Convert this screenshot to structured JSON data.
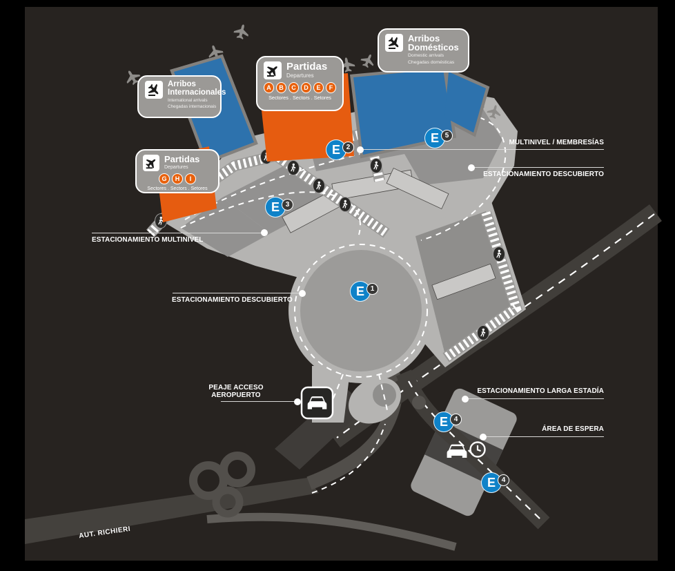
{
  "page": {
    "background": "#000000",
    "canvas_color": "#272320"
  },
  "colors": {
    "terminal_blue": "#2d72ad",
    "terminal_orange": "#e65c10",
    "marker_blue": "#0f82c8",
    "road_light": "#b5b4b2",
    "road_dark": "#413e3a",
    "parking_gray": "#929190",
    "label_box_gray": "#9b9996"
  },
  "signs": {
    "arribos_domesticos": {
      "icon": "plane-arrival-icon",
      "title": "Arribos Domésticos",
      "sub1": "Domestic arrivals",
      "sub2": "Chegadas domésticas"
    },
    "partidas_main": {
      "icon": "plane-departure-icon",
      "title": "Partidas",
      "sub": "Departures",
      "sectors": [
        "A",
        "B",
        "C",
        "D",
        "E",
        "F"
      ],
      "caption": "Sectores . Sectors . Setores"
    },
    "arribos_internacionales": {
      "icon": "plane-arrival-icon",
      "title": "Arribos Internacionales",
      "sub1": "International arrivals",
      "sub2": "Chegadas internacionais"
    },
    "partidas_ghi": {
      "icon": "plane-departure-icon",
      "title": "Partidas",
      "sub": "Departures",
      "sectors": [
        "G",
        "H",
        "I"
      ],
      "caption": "Sectores . Sectors . Setores"
    }
  },
  "callouts": {
    "multinivel_membresias": "MULTINIVEL / MEMBRESÍAS",
    "estacionamiento_descubierto_right": "ESTACIONAMIENTO DESCUBIERTO",
    "estacionamiento_multinivel": "ESTACIONAMIENTO MULTINIVEL",
    "estacionamiento_descubierto_left": "ESTACIONAMIENTO DESCUBIERTO",
    "peaje_line1": "PEAJE ACCESO",
    "peaje_line2": "AEROPUERTO",
    "larga_estadia": "ESTACIONAMIENTO LARGA ESTADÍA",
    "area_espera": "ÁREA DE ESPERA",
    "highway": "AUT. RICHIERI"
  },
  "markers": {
    "e1": {
      "letter": "E",
      "number": "1"
    },
    "e2": {
      "letter": "E",
      "number": "2"
    },
    "e3": {
      "letter": "E",
      "number": "3"
    },
    "e5": {
      "letter": "E",
      "number": "5"
    },
    "e4a": {
      "letter": "E",
      "number": "4"
    },
    "e4b": {
      "letter": "E",
      "number": "4"
    }
  },
  "icons": {
    "toll": "car-icon",
    "waiting_area": [
      "car-icon",
      "clock-icon"
    ],
    "crosswalk": "pedestrian-icon",
    "gates": "airplane-icon"
  }
}
